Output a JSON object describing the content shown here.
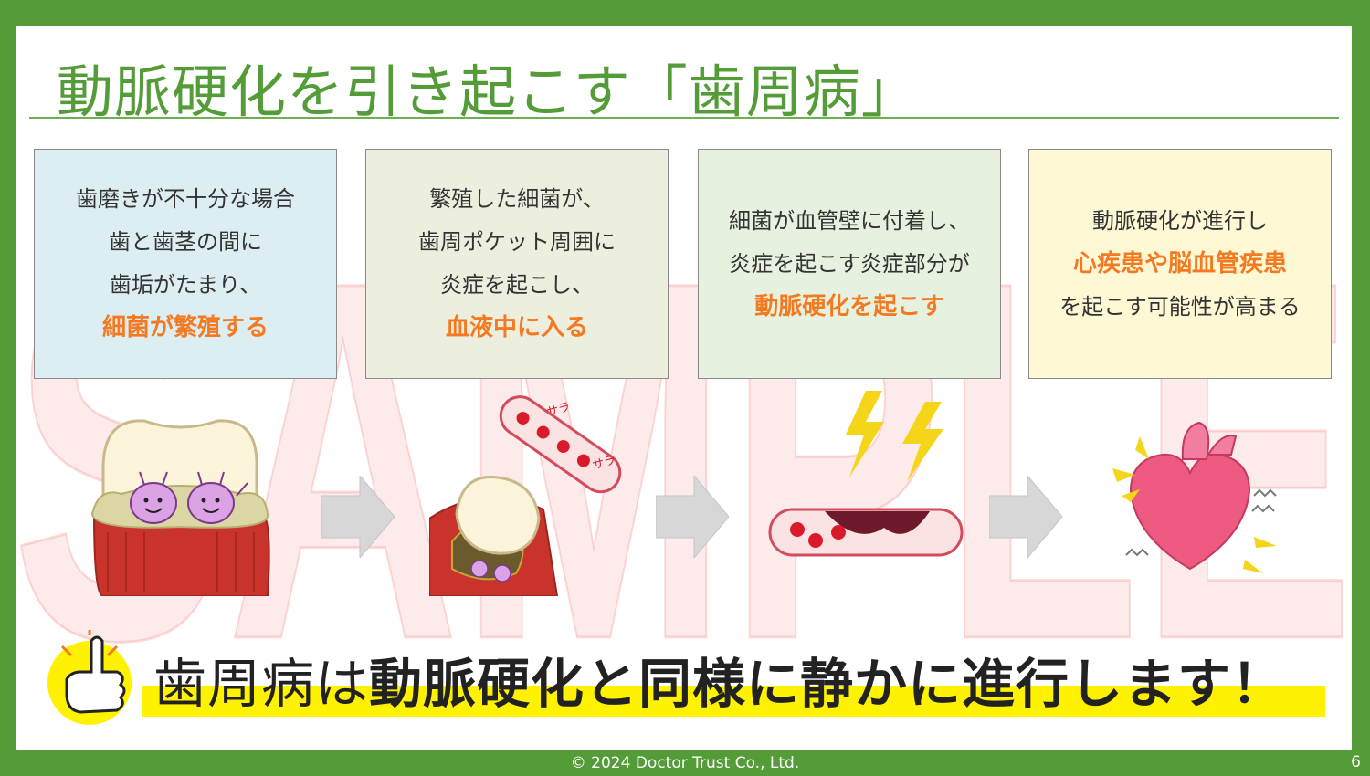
{
  "slide": {
    "title": "動脈硬化を引き起こす「歯周病」",
    "watermark": "SAMPLE",
    "steps": [
      {
        "lines": [
          "歯磨きが不十分な場合",
          "歯と歯茎の間に",
          "歯垢がたまり、"
        ],
        "emphasis": "細菌が繁殖する"
      },
      {
        "lines": [
          "繁殖した細菌が、",
          "歯周ポケット周囲に",
          "炎症を起こし、"
        ],
        "emphasis": "血液中に入る"
      },
      {
        "lines": [
          "細菌が血管壁に付着し、",
          "炎症を起こす炎症部分が"
        ],
        "emphasis": "動脈硬化を起こす"
      },
      {
        "lines_before": [
          "動脈硬化が進行し"
        ],
        "emphasis": "心疾患や脳血管疾患",
        "lines_after": [
          "を起こす可能性が高まる"
        ]
      }
    ],
    "illustration_labels": {
      "sara1": "サラ",
      "sara2": "サラ"
    },
    "tagline": {
      "normal": "歯周病は",
      "bold": "動脈硬化と同様に静かに進行します！"
    },
    "colors": {
      "background": "#549c38",
      "title": "#549c38",
      "emphasis": "#f47a21",
      "highlight": "#fff200"
    }
  },
  "footer": {
    "copyright": "© 2024 Doctor Trust Co., Ltd.",
    "page": "6"
  }
}
